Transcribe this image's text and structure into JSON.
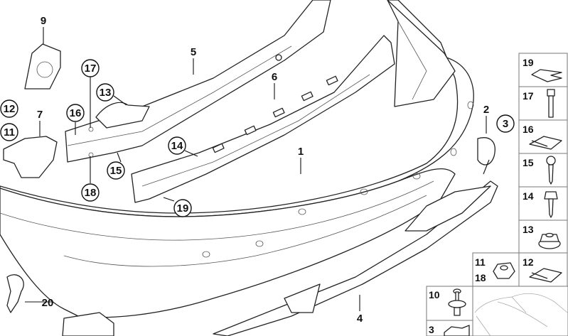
{
  "diagram": {
    "callouts": {
      "c1": "1",
      "c2": "2",
      "c3": "3",
      "c4": "4",
      "c5": "5",
      "c6": "6",
      "c7": "7",
      "c9": "9",
      "c11": "11",
      "c12": "12",
      "c13": "13",
      "c14": "14",
      "c15": "15",
      "c16": "16",
      "c17": "17",
      "c18": "18",
      "c19": "19",
      "c20": "20"
    },
    "hardware_panel": {
      "items": [
        {
          "label": "19",
          "icon": "u-clip-icon"
        },
        {
          "label": "17",
          "icon": "bolt-icon"
        },
        {
          "label": "16",
          "icon": "spring-nut-icon"
        },
        {
          "label": "15",
          "icon": "screw-icon"
        },
        {
          "label": "14",
          "icon": "screw-icon"
        },
        {
          "label": "13",
          "icon": "flange-nut-icon"
        },
        {
          "label": "12",
          "icon": "spring-nut-icon"
        },
        {
          "label": "11",
          "label2": "18",
          "icon": "hex-nut-icon"
        },
        {
          "label": "10",
          "icon": "expanding-rivet-icon"
        },
        {
          "label": "3",
          "icon": "clip-icon"
        }
      ]
    },
    "colors": {
      "line": "#222222",
      "background": "#ffffff",
      "panel_border": "#777777"
    }
  }
}
